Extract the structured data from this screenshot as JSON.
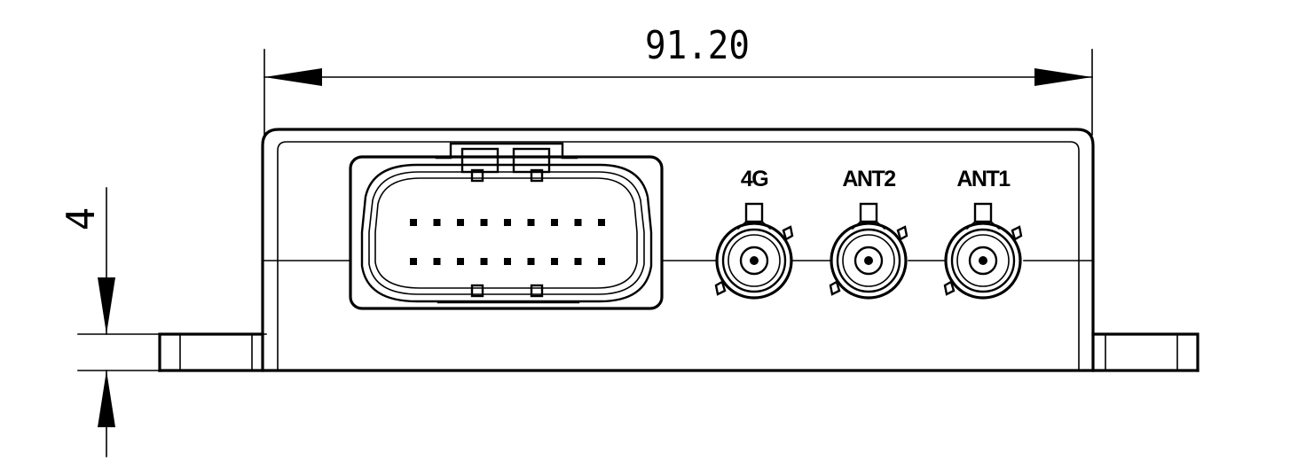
{
  "dimensions": {
    "width_label": "91.20",
    "height_label": "4"
  },
  "ports": [
    {
      "label": "4G"
    },
    {
      "label": "ANT2"
    },
    {
      "label": "ANT1"
    }
  ],
  "connector": {
    "pin_rows": 2,
    "pins_per_row": 9
  },
  "colors": {
    "line": "#000000",
    "background": "#ffffff"
  }
}
